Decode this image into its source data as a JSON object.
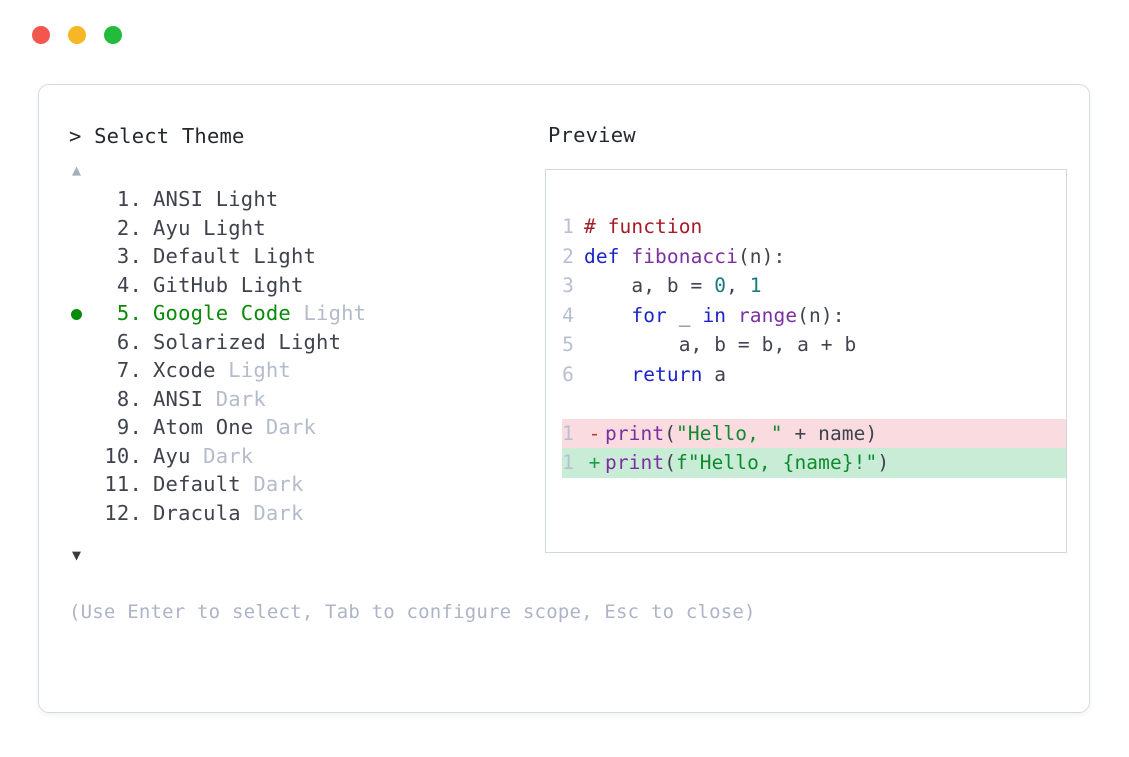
{
  "window": {
    "traffic_lights": [
      {
        "name": "close",
        "color": "#f2564f"
      },
      {
        "name": "minimize",
        "color": "#f6b726"
      },
      {
        "name": "maximize",
        "color": "#22bb3b"
      }
    ]
  },
  "left": {
    "prompt": "> Select Theme",
    "scroll_up": "▲",
    "scroll_down": "▼",
    "selected_index": 5,
    "items": [
      {
        "num": "1.",
        "name": "ANSI Light",
        "variant": "",
        "variant_inline": true,
        "selected": false,
        "bullet": false
      },
      {
        "num": "2.",
        "name": "Ayu Light",
        "variant": "",
        "variant_inline": true,
        "selected": false,
        "bullet": false
      },
      {
        "num": "3.",
        "name": "Default Light",
        "variant": "",
        "variant_inline": true,
        "selected": false,
        "bullet": false
      },
      {
        "num": "4.",
        "name": "GitHub Light",
        "variant": "",
        "variant_inline": true,
        "selected": false,
        "bullet": false
      },
      {
        "num": "5.",
        "name": "Google Code",
        "variant": "Light",
        "variant_inline": false,
        "selected": true,
        "bullet": true
      },
      {
        "num": "6.",
        "name": "Solarized Light",
        "variant": "",
        "variant_inline": true,
        "selected": false,
        "bullet": false
      },
      {
        "num": "7.",
        "name": "Xcode",
        "variant": "Light",
        "variant_inline": false,
        "selected": false,
        "bullet": false
      },
      {
        "num": "8.",
        "name": "ANSI",
        "variant": "Dark",
        "variant_inline": false,
        "selected": false,
        "bullet": false
      },
      {
        "num": "9.",
        "name": "Atom One",
        "variant": "Dark",
        "variant_inline": false,
        "selected": false,
        "bullet": false
      },
      {
        "num": "10.",
        "name": "Ayu",
        "variant": "Dark",
        "variant_inline": false,
        "selected": false,
        "bullet": false
      },
      {
        "num": "11.",
        "name": "Default",
        "variant": "Dark",
        "variant_inline": false,
        "selected": false,
        "bullet": false
      },
      {
        "num": "12.",
        "name": "Dracula",
        "variant": "Dark",
        "variant_inline": false,
        "selected": false,
        "bullet": false
      }
    ],
    "footer_hint": "(Use Enter to select, Tab to configure scope, Esc to close)"
  },
  "right": {
    "preview_label": "Preview",
    "code_lines": [
      {
        "ln": "1",
        "tokens": [
          {
            "t": "# function",
            "c": "comment"
          }
        ]
      },
      {
        "ln": "2",
        "tokens": [
          {
            "t": "def ",
            "c": "keyword"
          },
          {
            "t": "fibonacci",
            "c": "func"
          },
          {
            "t": "(n):",
            "c": "punct"
          }
        ]
      },
      {
        "ln": "3",
        "tokens": [
          {
            "t": "    a, b = ",
            "c": "plain"
          },
          {
            "t": "0",
            "c": "number"
          },
          {
            "t": ", ",
            "c": "plain"
          },
          {
            "t": "1",
            "c": "number"
          }
        ]
      },
      {
        "ln": "4",
        "tokens": [
          {
            "t": "    ",
            "c": "plain"
          },
          {
            "t": "for",
            "c": "keyword"
          },
          {
            "t": " _ ",
            "c": "plain"
          },
          {
            "t": "in",
            "c": "keyword"
          },
          {
            "t": " ",
            "c": "plain"
          },
          {
            "t": "range",
            "c": "func"
          },
          {
            "t": "(n):",
            "c": "punct"
          }
        ]
      },
      {
        "ln": "5",
        "tokens": [
          {
            "t": "        a, b = b, a + b",
            "c": "plain"
          }
        ]
      },
      {
        "ln": "6",
        "tokens": [
          {
            "t": "    ",
            "c": "plain"
          },
          {
            "t": "return",
            "c": "keyword"
          },
          {
            "t": " a",
            "c": "plain"
          }
        ]
      }
    ],
    "diff_lines": [
      {
        "ln": "1",
        "sign": "-",
        "kind": "del",
        "tokens": [
          {
            "t": "print",
            "c": "func"
          },
          {
            "t": "(",
            "c": "punct"
          },
          {
            "t": "\"Hello, \"",
            "c": "string"
          },
          {
            "t": " + name)",
            "c": "plain"
          }
        ]
      },
      {
        "ln": "1",
        "sign": "+",
        "kind": "add",
        "tokens": [
          {
            "t": "print",
            "c": "func"
          },
          {
            "t": "(",
            "c": "punct"
          },
          {
            "t": "f\"Hello, {name}!\"",
            "c": "string"
          },
          {
            "t": ")",
            "c": "punct"
          }
        ]
      }
    ]
  }
}
